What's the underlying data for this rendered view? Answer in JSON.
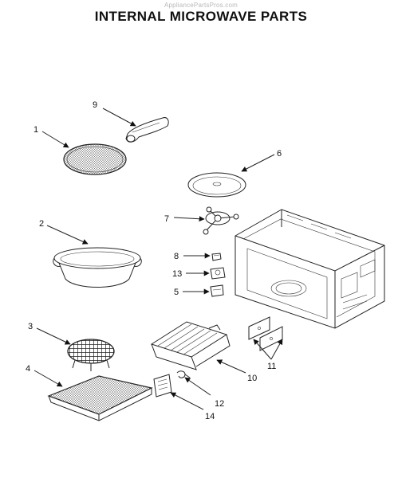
{
  "header": {
    "watermark": "AppliancePartsPros.com",
    "title": "INTERNAL MICROWAVE PARTS"
  },
  "callouts": [
    {
      "key": "c1",
      "label": "1"
    },
    {
      "key": "c2",
      "label": "2"
    },
    {
      "key": "c3",
      "label": "3"
    },
    {
      "key": "c4",
      "label": "4"
    },
    {
      "key": "c5",
      "label": "5"
    },
    {
      "key": "c6",
      "label": "6"
    },
    {
      "key": "c7",
      "label": "7"
    },
    {
      "key": "c8",
      "label": "8"
    },
    {
      "key": "c9",
      "label": "9"
    },
    {
      "key": "c10",
      "label": "10"
    },
    {
      "key": "c11",
      "label": "11"
    },
    {
      "key": "c12",
      "label": "12"
    },
    {
      "key": "c13",
      "label": "13"
    },
    {
      "key": "c14",
      "label": "14"
    }
  ]
}
